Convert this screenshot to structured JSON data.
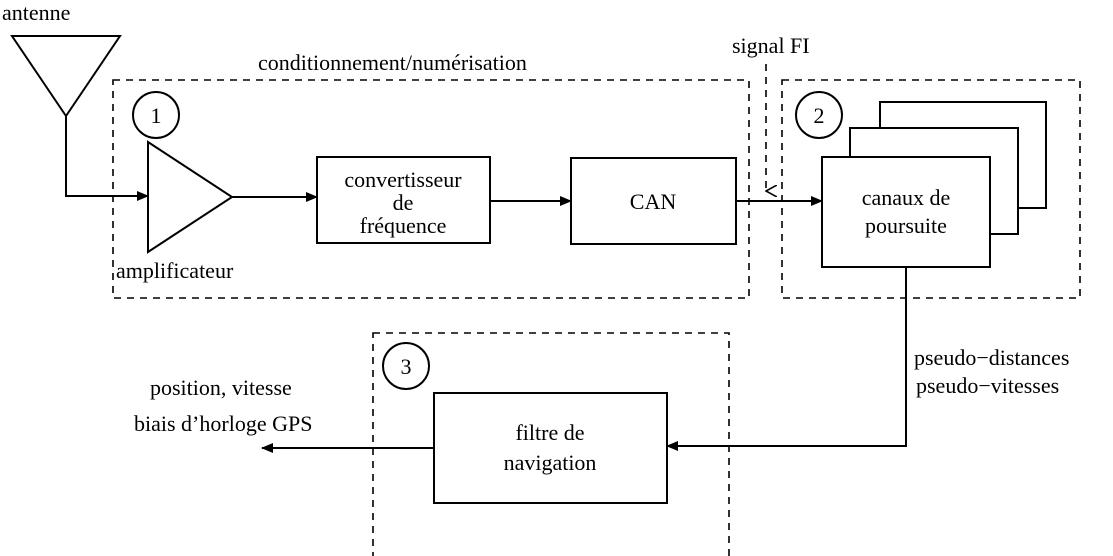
{
  "labels": {
    "antenna": "antenne",
    "section_title": "conditionnement/numérisation",
    "if_signal": "signal FI",
    "amplifier": "amplificateur",
    "pseudo_distances": "pseudo−distances",
    "pseudo_velocities": "pseudo−vitesses",
    "output_line1": "position, vitesse",
    "output_line2": "biais d’horloge GPS"
  },
  "stages": {
    "stage1": "1",
    "stage2": "2",
    "stage3": "3"
  },
  "blocks": {
    "frequency_converter": [
      "convertisseur",
      "de",
      "fréquence"
    ],
    "adc": "CAN",
    "tracking_channels": [
      "canaux de",
      "poursuite"
    ],
    "navigation_filter": [
      "filtre de",
      "navigation"
    ]
  }
}
